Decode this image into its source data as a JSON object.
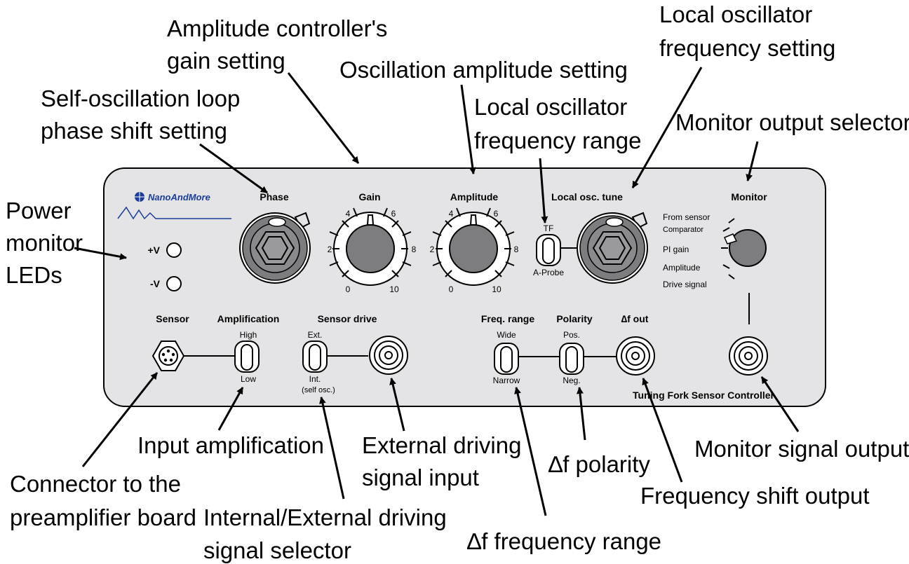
{
  "panel": {
    "brand": "NanoAndMore",
    "knobs": {
      "phase": "Phase",
      "gain": "Gain",
      "amplitude": "Amplitude",
      "local_osc_tune": "Local osc. tune",
      "monitor": "Monitor"
    },
    "dial_scale": [
      "0",
      "2",
      "4",
      "6",
      "8",
      "10"
    ],
    "power_leds": {
      "plus": "+V",
      "minus": "-V"
    },
    "lo_switch": {
      "top": "TF",
      "bottom": "A-Probe"
    },
    "monitor_options": [
      "From sensor",
      "Comparator",
      "PI gain",
      "Amplitude",
      "Drive signal"
    ],
    "sections": {
      "sensor": "Sensor",
      "amplification": "Amplification",
      "sensor_drive": "Sensor drive",
      "freq_range": "Freq. range",
      "polarity": "Polarity",
      "df_out": "∆f out"
    },
    "switches": {
      "amplification": {
        "top": "High",
        "bottom": "Low"
      },
      "sensor_drive": {
        "top": "Ext.",
        "bottom": "Int.",
        "bottom2": "(self osc.)"
      },
      "freq_range": {
        "top": "Wide",
        "bottom": "Narrow"
      },
      "polarity": {
        "top": "Pos.",
        "bottom": "Neg."
      }
    },
    "device_name": "Tuning Fork Sensor Controller"
  },
  "annotations": {
    "gain_setting": [
      "Amplitude controller's",
      "gain setting"
    ],
    "phase_setting": [
      "Self-oscillation loop",
      "phase shift setting"
    ],
    "amplitude_setting": "Oscillation amplitude setting",
    "lo_range": [
      "Local oscillator",
      "frequency range"
    ],
    "lo_freq": [
      "Local oscillator",
      "frequency setting"
    ],
    "monitor_selector": "Monitor output selector",
    "power_leds": [
      "Power",
      "monitor",
      "LEDs"
    ],
    "connector": [
      "Connector to the",
      "preamplifier board"
    ],
    "input_amp": "Input amplification",
    "int_ext": [
      "Internal/External driving",
      "signal selector"
    ],
    "ext_input": [
      "External driving",
      "signal input"
    ],
    "df_range": "∆f frequency range",
    "df_polarity": "∆f polarity",
    "freq_shift_out": "Frequency shift output",
    "monitor_out": "Monitor signal output"
  },
  "colors": {
    "panel": "#e4e4e6",
    "knob": "#7d7d7f",
    "brand": "#1a3d99"
  }
}
